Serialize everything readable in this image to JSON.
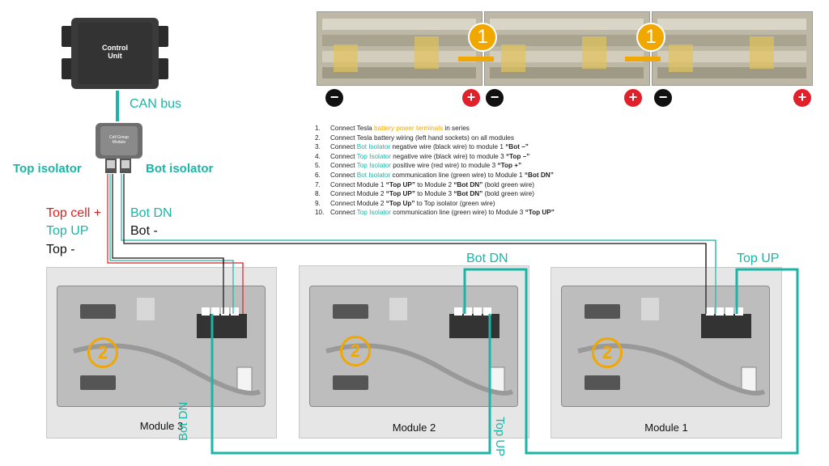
{
  "control_unit": {
    "label_line1": "Control",
    "label_line2": "Unit"
  },
  "cell_group_module": {
    "label_line1": "Cell Group",
    "label_line2": "Module"
  },
  "labels": {
    "can_bus": "CAN bus",
    "top_isolator": "Top isolator",
    "bot_isolator": "Bot isolator",
    "top_cell_plus": "Top cell +",
    "top_up_left": "Top UP",
    "top_minus": "Top -",
    "bot_dn_left": "Bot DN",
    "bot_minus": "Bot -",
    "bot_dn_m2": "Bot DN",
    "top_up_m1": "Top UP",
    "bot_dn_vertical": "Bot DN",
    "top_up_vertical": "Top UP"
  },
  "modules": [
    {
      "name": "Module 3",
      "badge": "2"
    },
    {
      "name": "Module 2",
      "badge": "2"
    },
    {
      "name": "Module 1",
      "badge": "2"
    }
  ],
  "battery_badges": [
    "1",
    "1"
  ],
  "terminals": {
    "minus": "−",
    "plus": "+"
  },
  "steps": [
    {
      "num": "1.",
      "parts": [
        {
          "t": "Connect Tesla "
        },
        {
          "t": "battery power terminals",
          "c": "orange"
        },
        {
          "t": " in series"
        }
      ]
    },
    {
      "num": "2.",
      "parts": [
        {
          "t": "Connect Tesla battery wiring (left hand sockets) on all modules"
        }
      ]
    },
    {
      "num": "3.",
      "parts": [
        {
          "t": "Connect "
        },
        {
          "t": "Bot Isolator",
          "c": "teal"
        },
        {
          "t": " negative wire (black wire) to module 1 "
        },
        {
          "t": "“Bot –”",
          "b": true
        }
      ]
    },
    {
      "num": "4.",
      "parts": [
        {
          "t": "Connect "
        },
        {
          "t": "Top Isolator",
          "c": "teal"
        },
        {
          "t": " negative wire (black wire) to module 3 "
        },
        {
          "t": "“Top –”",
          "b": true
        }
      ]
    },
    {
      "num": "5.",
      "parts": [
        {
          "t": "Connect "
        },
        {
          "t": "Top Isolator",
          "c": "teal"
        },
        {
          "t": " positive wire (red wire) to module 3 "
        },
        {
          "t": "“Top +”",
          "b": true
        }
      ]
    },
    {
      "num": "6.",
      "parts": [
        {
          "t": "Connect "
        },
        {
          "t": "Bot Isolator",
          "c": "teal"
        },
        {
          "t": " communication line (green wire) to Module 1 "
        },
        {
          "t": "“Bot DN”",
          "b": true
        }
      ]
    },
    {
      "num": "7.",
      "parts": [
        {
          "t": "Connect Module 1 "
        },
        {
          "t": "“Top UP”",
          "b": true
        },
        {
          "t": " to Module 2 "
        },
        {
          "t": "“Bot DN”",
          "b": true
        },
        {
          "t": " (bold green wire)"
        }
      ]
    },
    {
      "num": "8.",
      "parts": [
        {
          "t": "Connect Module 2 "
        },
        {
          "t": "“Top UP”",
          "b": true
        },
        {
          "t": " to Module 3 "
        },
        {
          "t": "“Bot DN”",
          "b": true
        },
        {
          "t": " (bold green wire)"
        }
      ]
    },
    {
      "num": "9.",
      "parts": [
        {
          "t": "Connect Module 2 "
        },
        {
          "t": "“Top Up”",
          "b": true
        },
        {
          "t": " to Top isolator (green wire)"
        }
      ]
    },
    {
      "num": "10.",
      "parts": [
        {
          "t": "Connect "
        },
        {
          "t": "Top Isolator",
          "c": "teal"
        },
        {
          "t": " communication line (green wire) to Module 3 "
        },
        {
          "t": "“Top UP”",
          "b": true
        }
      ]
    }
  ],
  "colors": {
    "teal": "#1ab5a6",
    "orange": "#f0a800",
    "red": "#e02020",
    "black": "#111111"
  }
}
